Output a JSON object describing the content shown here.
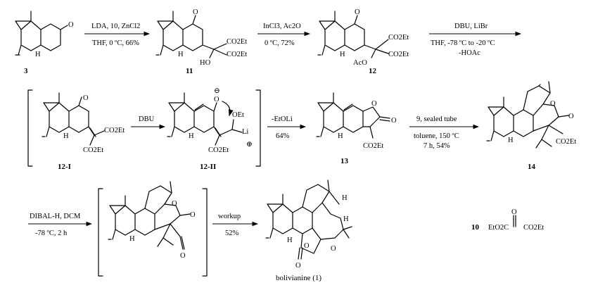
{
  "compounds": {
    "c3": "3",
    "c11": "11",
    "c12": "12",
    "c12I": "12-I",
    "c12II": "12-II",
    "c13": "13",
    "c14": "14",
    "c10": "10",
    "bolivianine": "bolivianine (1)"
  },
  "steps": {
    "s1_top": "LDA, 10, ZnCl2",
    "s1_bottom": "THF, 0 ºC, 66%",
    "s2_top": "InCl3, Ac2O",
    "s2_bottom": "0 ºC,  72%",
    "s3_top": "DBU, LiBr",
    "s3_mid": "THF, -78 ºC to -20 ºC",
    "s3_bottom": "-HOAc",
    "s4_top": "DBU",
    "s5_top": "-EtOLi",
    "s5_bottom": "64%",
    "s6_top": "9, sealed tube",
    "s6_mid": "toluene, 150 ºC",
    "s6_bottom": "7 h, 54%",
    "s7_top": "DIBAL-H, DCM",
    "s7_bottom": "-78 ºC, 2 h",
    "s8_top": "workup",
    "s8_bottom": "52%"
  },
  "atoms": {
    "o": "O",
    "h": "H",
    "ho": "HO",
    "aco": "AcO",
    "co2et": "CO2Et",
    "oet": "OEt",
    "li": "Li",
    "oneg": "O",
    "minus": "⊖",
    "plus": "⊕"
  },
  "reagent10": {
    "left": "EtO2C",
    "right": "CO2Et",
    "o": "O"
  }
}
